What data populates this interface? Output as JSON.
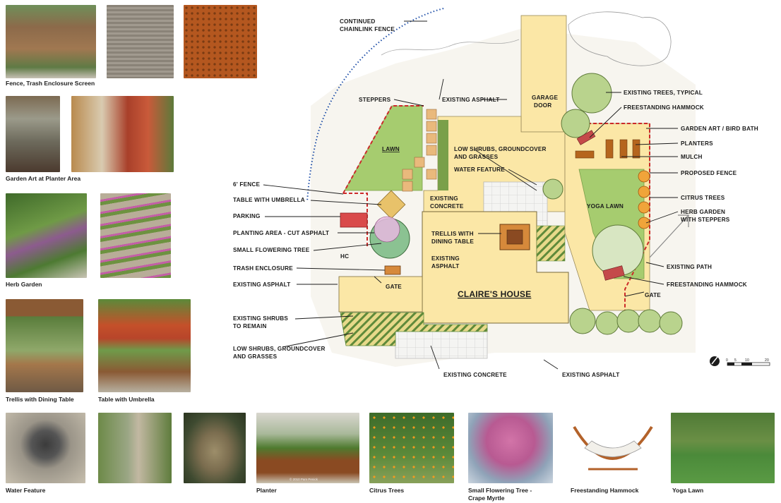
{
  "photo_captions": {
    "fence": "Fence, Trash Enclosure Screen",
    "garden_art": "Garden Art at Planter Area",
    "herb_garden": "Herb Garden",
    "trellis": "Trellis with Dining Table",
    "umbrella": "Table with Umbrella",
    "water_feature": "Water Feature",
    "planter": "Planter",
    "citrus": "Citrus Trees",
    "flowering_tree_1": "Small Flowering Tree -",
    "flowering_tree_2": "Crape Myrtle",
    "hammock": "Freestanding Hammock",
    "yoga_lawn": "Yoga Lawn"
  },
  "photo_credit": "© 2010 Pam Penick",
  "plan_labels": {
    "chainlink_1": "CONTINUED",
    "chainlink_2": "CHAINLINK FENCE",
    "existing_asphalt_top": "EXISTING ASPHALT",
    "garage_1": "GARAGE",
    "garage_2": "DOOR",
    "steppers": "STEPPERS",
    "lawn": "LAWN",
    "low_shrubs_center_1": "LOW SHRUBS, GROUNDCOVER",
    "low_shrubs_center_2": "AND GRASSES",
    "water_feature": "WATER FEATURE",
    "existing_concrete_center_1": "EXISTING",
    "existing_concrete_center_2": "CONCRETE",
    "trellis_1": "TRELLIS WITH",
    "trellis_2": "DINING TABLE",
    "existing_asphalt_center_1": "EXISTING",
    "existing_asphalt_center_2": "ASPHALT",
    "house": "CLAIRE'S HOUSE",
    "yoga_lawn": "YOGA LAWN",
    "fence_6ft": "6' FENCE",
    "table_umbrella": "TABLE WITH UMBRELLA",
    "parking": "PARKING",
    "planting_area": "PLANTING AREA - CUT ASPHALT",
    "small_flowering_tree": "SMALL FLOWERING TREE",
    "hc": "HC",
    "trash_enclosure": "TRASH ENCLOSURE",
    "existing_asphalt_left": "EXISTING ASPHALT",
    "gate_left": "GATE",
    "existing_shrubs_1": "EXISTING SHRUBS",
    "existing_shrubs_2": "TO REMAIN",
    "low_shrubs_bottom_1": "LOW SHRUBS, GROUNDCOVER",
    "low_shrubs_bottom_2": "AND GRASSES",
    "existing_concrete_bottom": "EXISTING CONCRETE",
    "existing_asphalt_bottom": "EXISTING ASPHALT",
    "existing_trees": "EXISTING TREES, TYPICAL",
    "hammock_top": "FREESTANDING HAMMOCK",
    "garden_art": "GARDEN ART / BIRD BATH",
    "planters": "PLANTERS",
    "mulch": "MULCH",
    "proposed_fence": "PROPOSED FENCE",
    "citrus_trees": "CITRUS TREES",
    "herb_garden_1": "HERB GARDEN",
    "herb_garden_2": "WITH STEPPERS",
    "existing_path": "EXISTING PATH",
    "hammock_bottom": "FREESTANDING HAMMOCK",
    "gate_right": "GATE"
  },
  "scale": {
    "ticks": [
      "0",
      "5",
      "10",
      "20"
    ]
  },
  "colors": {
    "lawn": "#a6cc6f",
    "paving": "#fbe7a6",
    "asphalt": "#f7f5ef",
    "concrete_grid": "#dcdcdc",
    "fence_red": "#cc2a2a",
    "chainlink_blue": "#1f4fa8",
    "planter_brown": "#b5651d",
    "tree_green": "#b9d38d"
  }
}
